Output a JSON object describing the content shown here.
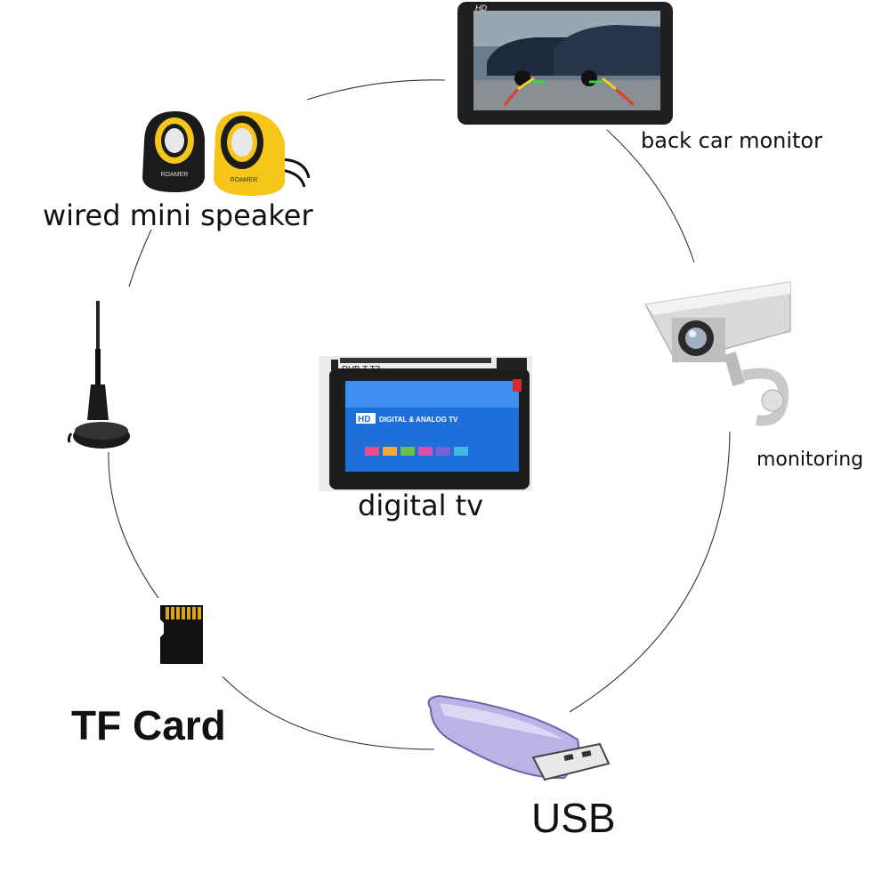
{
  "labels": {
    "speaker": "wired mini speaker",
    "back_car_monitor": "back car monitor",
    "monitoring": "monitoring",
    "digital_tv": "digital tv",
    "tf_card": "TF Card",
    "usb": "USB"
  },
  "device_text": {
    "car_monitor_badge": "HD",
    "tv_logo": "DVB T T2",
    "tv_hd": "HD",
    "tv_screen_title": "DIGITAL & ANALOG TV",
    "speaker_brand": "ROAMER"
  },
  "icons": {
    "speaker": "speaker-icon",
    "car_monitor": "car-monitor-icon",
    "camera": "security-camera-icon",
    "tv": "portable-tv-icon",
    "antenna": "antenna-icon",
    "sd_card": "sd-card-icon",
    "usb": "usb-drive-icon"
  },
  "colors": {
    "speaker_yellow": "#f5c518",
    "tv_screen_blue": "#1e6fd9",
    "usb_purple": "#b9b3e6",
    "circle_line": "#333333"
  }
}
